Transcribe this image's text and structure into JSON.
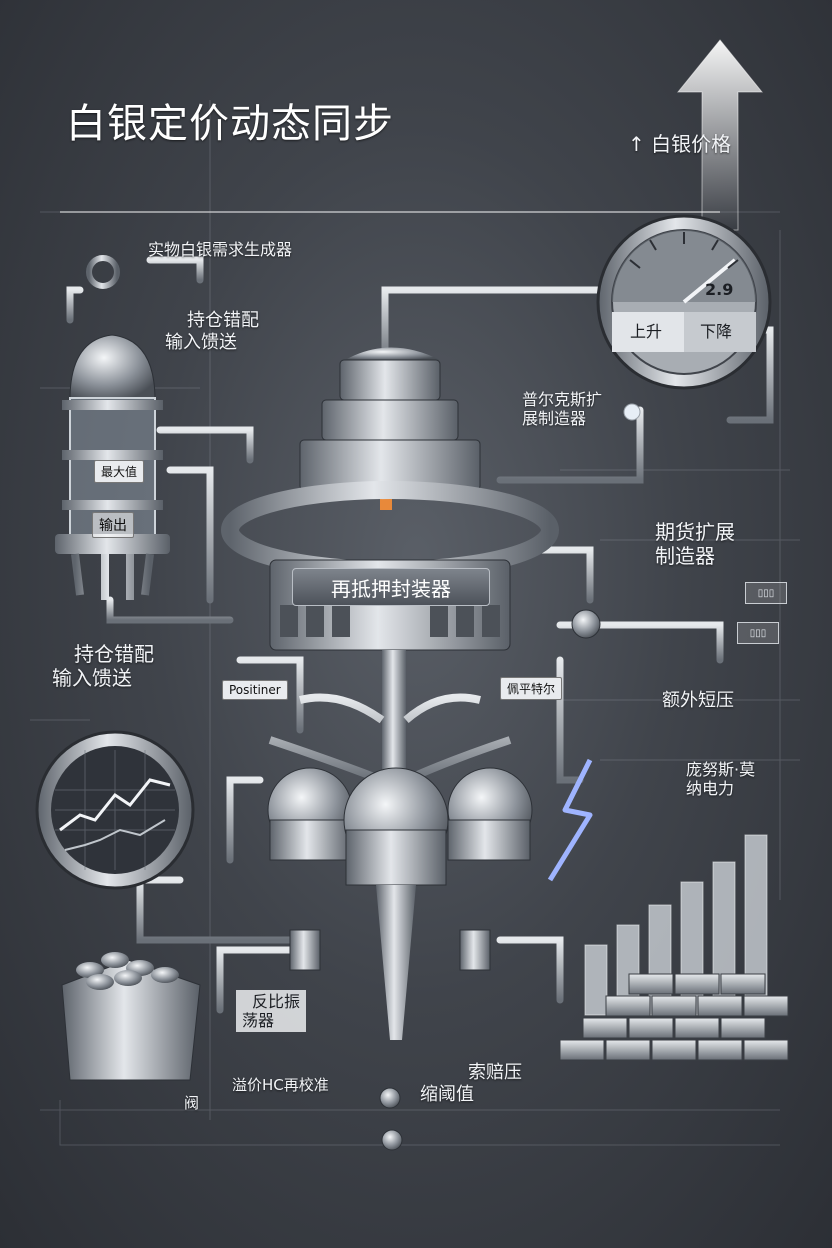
{
  "title": "白银定价动态同步",
  "price_indicator": {
    "label": "白银价格",
    "arrow": "↑"
  },
  "labels": {
    "physical_demand": "实物白银需求生成器",
    "position_mismatch_top_line1": "持仓错配",
    "position_mismatch_top_line2": "输入馈送",
    "position_mismatch_left_line1": "持仓错配",
    "position_mismatch_left_line2": "输入馈送",
    "pulkus_line1": "普尔克斯扩",
    "pulkus_line2": "展制造器",
    "futures_line1": "期货扩展",
    "futures_line2": "制造器",
    "rehypothecation": "再抵押封装器",
    "extra_short": "额外短压",
    "ponzi_line1": "庞努斯·莫",
    "ponzi_line2": "纳电力",
    "oscillator_line1": "反比振",
    "oscillator_line2": "荡器",
    "claim_line1": "索赔压",
    "claim_line2": "缩阈值",
    "premium_line1": "溢价HC再校准",
    "premium_line2": "阀"
  },
  "tags": {
    "max_value": "最大值",
    "output": "输出",
    "positiner": "Positiner",
    "pieter": "佩平特尔"
  },
  "gauge": {
    "up": "上升",
    "down": "下降",
    "reading": "2.9"
  },
  "icons": [
    "up-arrow-icon",
    "pressure-gauge-icon",
    "reactor-machine-icon",
    "storage-tank-icon",
    "chart-monitor-icon",
    "silver-bars-icon",
    "bar-chart-icon",
    "lightning-icon",
    "ore-bin-icon"
  ],
  "colors": {
    "background": "#40444b",
    "metal": "#c4c9cf",
    "text": "#f2f4f7",
    "accent": "#e8893a"
  }
}
